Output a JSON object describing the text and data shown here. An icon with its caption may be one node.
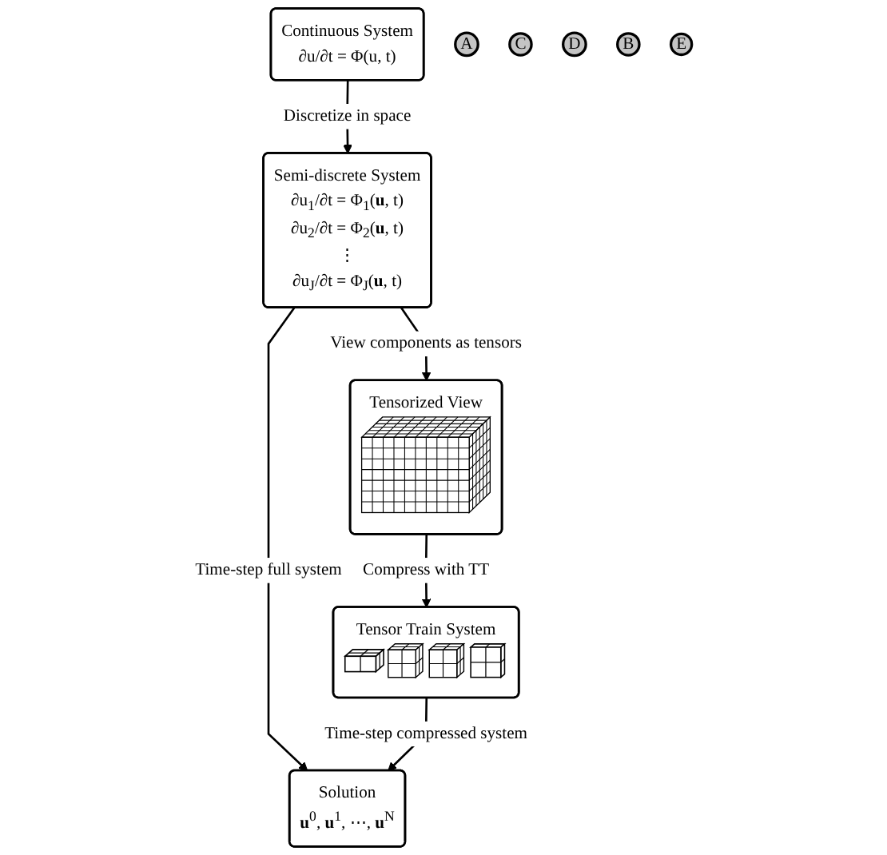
{
  "diagram": {
    "nodes": [
      {
        "text": [
          "Continuous System",
          "∂u/∂t = Φ(u, t)"
        ]
      },
      {
        "text": [
          "A"
        ]
      },
      {
        "text": [
          "Tensorized View"
        ]
      },
      {
        "text": [
          "Semi-discrete System",
          "∂u$_{1}$/∂t = Φ$_{1}$(**u**, t)",
          "∂u$_{2}$/∂t = Φ$_{2}$(**u**, t)",
          "⋮",
          "∂u$_{J}$/∂t = Φ$_{J}$(**u**, t)"
        ]
      },
      {
        "text": [
          "C"
        ]
      },
      {
        "text": [
          "D"
        ]
      },
      {
        "text": [
          "Tensor Train System"
        ]
      },
      {
        "text": [
          "B"
        ]
      },
      {
        "text": [
          "E"
        ]
      },
      {
        "text": [
          "Solution",
          "**u**$^{0}$, **u**$^{1}$, ⋯, **u**$^{N}$"
        ]
      }
    ],
    "edges": [
      {
        "from": 0,
        "to": 3,
        "arrow": "to",
        "label": "Discretize in space"
      },
      {
        "from": 3,
        "to": 2,
        "arrow": "to",
        "label": "View components as tensors"
      },
      {
        "from": 2,
        "to": 6,
        "arrow": "to",
        "label": "Compress with TT"
      },
      {
        "from": 3,
        "to": 9,
        "arrow": "to",
        "label": "Time-step full system"
      },
      {
        "from": 6,
        "to": 9,
        "arrow": "to",
        "label": "Time-step compressed system"
      }
    ]
  }
}
